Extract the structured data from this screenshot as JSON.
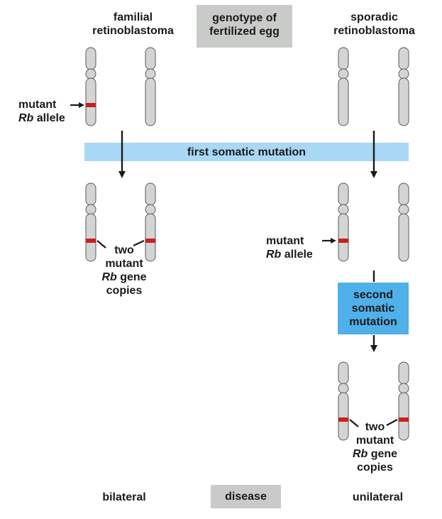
{
  "headers": {
    "familial": [
      "familial",
      "retinoblastoma"
    ],
    "genotype": [
      "genotype of",
      "fertilized egg"
    ],
    "sporadic": [
      "sporadic",
      "retinoblastoma"
    ]
  },
  "labels": {
    "mutant_allele_top": {
      "line1": "mutant",
      "rb": "Rb",
      "rest": " allele"
    },
    "first_mutation": "first somatic mutation",
    "two_mutant_left": {
      "line1": "two",
      "line2": "mutant",
      "rb": "Rb",
      "rest": " gene",
      "line4": "copies"
    },
    "mutant_allele_mid": {
      "line1": "mutant",
      "rb": "Rb",
      "rest": " allele"
    },
    "second_mutation": [
      "second",
      "somatic",
      "mutation"
    ],
    "two_mutant_right": {
      "line1": "two",
      "line2": "mutant",
      "rb": "Rb",
      "rest": " gene",
      "line4": "copies"
    }
  },
  "footer": {
    "bilateral": "bilateral",
    "disease": "disease",
    "unilateral": "unilateral"
  },
  "colors": {
    "chromosome_fill": "#d3d5d2",
    "chromosome_stroke": "#5a5a5a",
    "mutation_band": "#c8201e",
    "gray_box": "#c9cbc8",
    "light_blue_bar": "#a9d8f5",
    "blue_box": "#4fb0ea",
    "arrow": "#1a1a1a"
  }
}
